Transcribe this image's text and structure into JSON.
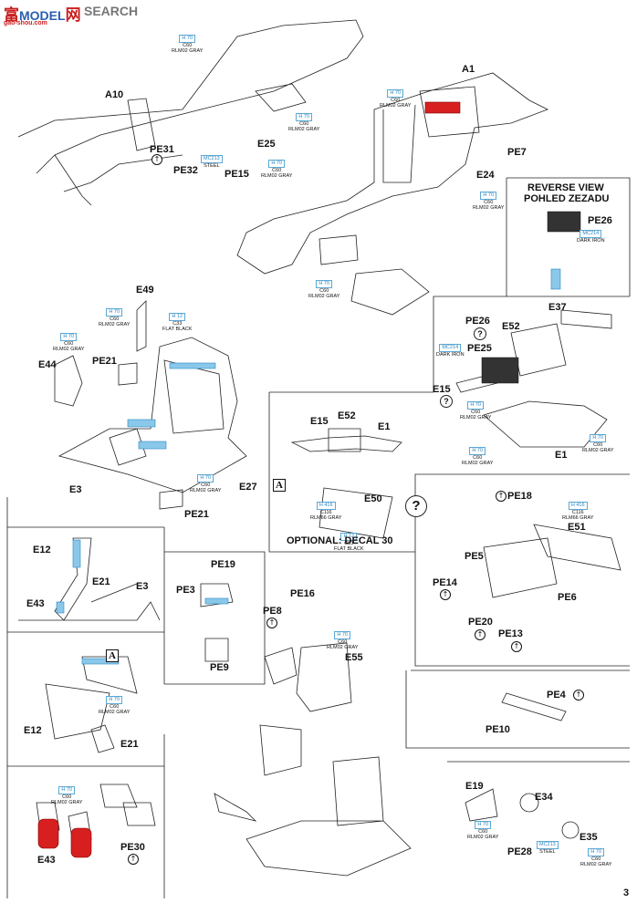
{
  "watermark": {
    "brand_cn": "富",
    "brand_cn2": "网",
    "brand_en": "MODEL",
    "search": "SEARCH",
    "url": "gao-shou.com"
  },
  "page_number": "3",
  "paints": {
    "p1": {
      "code": "H 70",
      "mr": "C60",
      "name": "RLM02 GRAY"
    },
    "p2": {
      "code": "MC213",
      "name": "STEEL"
    },
    "p3": {
      "code": "H 70",
      "mr": "C60",
      "name": "RLM02 GRAY"
    },
    "p4": {
      "code": "H 70",
      "mr": "C60",
      "name": "RLM02 GRAY"
    },
    "p5": {
      "code": "H 70",
      "mr": "C60",
      "name": "RLM02 GRAY"
    },
    "p6": {
      "code": "H 70",
      "mr": "C60",
      "name": "RLM02 GRAY"
    },
    "p7": {
      "code": "H 70",
      "mr": "C60",
      "name": "RLM02 GRAY"
    },
    "p8": {
      "code": "MC214",
      "name": "DARK IRON"
    },
    "p9": {
      "code": "H 70",
      "mr": "C60",
      "name": "RLM02 GRAY"
    },
    "p10": {
      "code": "H 12",
      "mr": "C33",
      "name": "FLAT BLACK"
    },
    "p11": {
      "code": "H 70",
      "mr": "C60",
      "name": "RLM02 GRAY"
    },
    "p12": {
      "code": "MC214",
      "name": "DARK IRON"
    },
    "p13": {
      "code": "H 70",
      "mr": "C60",
      "name": "RLM02 GRAY"
    },
    "p14": {
      "code": "H 70",
      "mr": "C60",
      "name": "RLM02 GRAY"
    },
    "p15": {
      "code": "H 70",
      "mr": "C60",
      "name": "RLM02 GRAY"
    },
    "p16": {
      "code": "H 70",
      "mr": "C60",
      "name": "RLM02 GRAY"
    },
    "p17": {
      "code": "H 416",
      "mr": "C116",
      "name": "RLM66 GRAY"
    },
    "p18": {
      "code": "H 12",
      "mr": "C33",
      "name": "FLAT BLACK"
    },
    "p19": {
      "code": "H 416",
      "mr": "C116",
      "name": "RLM66 GRAY"
    },
    "p20": {
      "code": "H 70",
      "mr": "C60",
      "name": "RLM02 GRAY"
    },
    "p21": {
      "code": "H 70",
      "mr": "C60",
      "name": "RLM02 GRAY"
    },
    "p22": {
      "code": "H 70",
      "mr": "C60",
      "name": "RLM02 GRAY"
    },
    "p23": {
      "code": "H 70",
      "mr": "C60",
      "name": "RLM02 GRAY"
    },
    "p24": {
      "code": "MC213",
      "name": "STEEL"
    },
    "p25": {
      "code": "H 70",
      "mr": "C60",
      "name": "RLM02 GRAY"
    }
  },
  "parts": {
    "A10": "A10",
    "A1": "A1",
    "PE31": "PE31",
    "PE32": "PE32",
    "PE15": "PE15",
    "E25": "E25",
    "PE7": "PE7",
    "E24": "E24",
    "PE26a": "PE26",
    "E49": "E49",
    "PE21a": "PE21",
    "E44": "E44",
    "E3a": "E3",
    "E27": "E27",
    "PE21b": "PE21",
    "PE26b": "PE26",
    "PE25": "PE25",
    "E52a": "E52",
    "E37": "E37",
    "E15a": "E15",
    "E15b": "E15",
    "E52b": "E52",
    "E1a": "E1",
    "E1b": "E1",
    "E50": "E50",
    "PE18": "PE18",
    "E51": "E51",
    "PE5": "PE5",
    "PE6": "PE6",
    "PE14": "PE14",
    "PE20": "PE20",
    "PE13": "PE13",
    "E12a": "E12",
    "E21a": "E21",
    "E3b": "E3",
    "E43a": "E43",
    "PE19": "PE19",
    "PE3": "PE3",
    "PE9": "PE9",
    "PE16": "PE16",
    "PE8": "PE8",
    "E55": "E55",
    "E12b": "E12",
    "E21b": "E21",
    "PE4": "PE4",
    "PE10": "PE10",
    "E43b": "E43",
    "PE30": "PE30",
    "E19": "E19",
    "E34": "E34",
    "PE28": "PE28",
    "E35": "E35"
  },
  "headings": {
    "reverse_1": "REVERSE VIEW",
    "reverse_2": "POHLED ZEZADU",
    "optional": "OPTIONAL: DECAL 30"
  },
  "marks": {
    "option_a": "A",
    "question": "?",
    "flip": "↑"
  }
}
